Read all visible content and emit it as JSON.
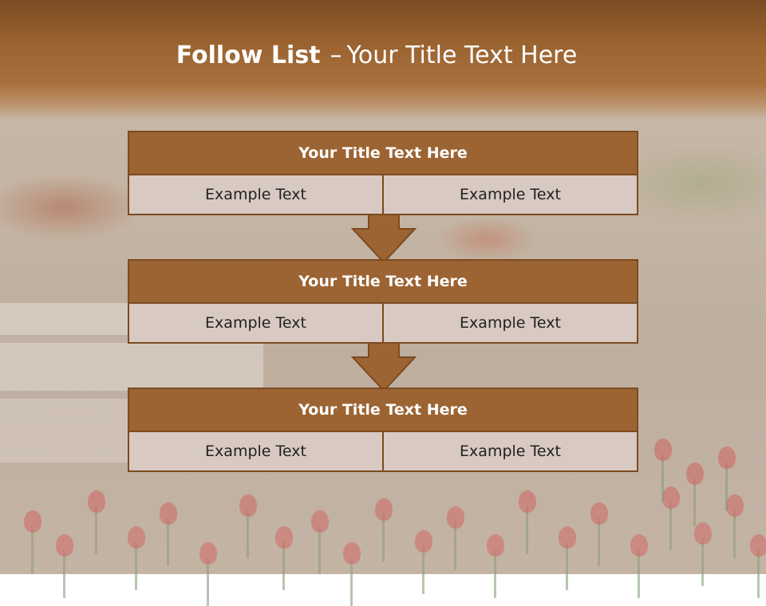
{
  "slide": {
    "title_bold": "Follow List",
    "title_dash": "–",
    "title_rest": "Your Title Text Here"
  },
  "blocks": [
    {
      "title": "Your Title Text Here",
      "left": "Example Text",
      "right": "Example Text"
    },
    {
      "title": "Your Title Text Here",
      "left": "Example Text",
      "right": "Example Text"
    },
    {
      "title": "Your Title Text Here",
      "left": "Example Text",
      "right": "Example Text"
    }
  ],
  "colors": {
    "header": "#99622f",
    "block_title": "#9c6433",
    "cell_fill": "#d8c9c2",
    "border": "#7c4a20"
  }
}
